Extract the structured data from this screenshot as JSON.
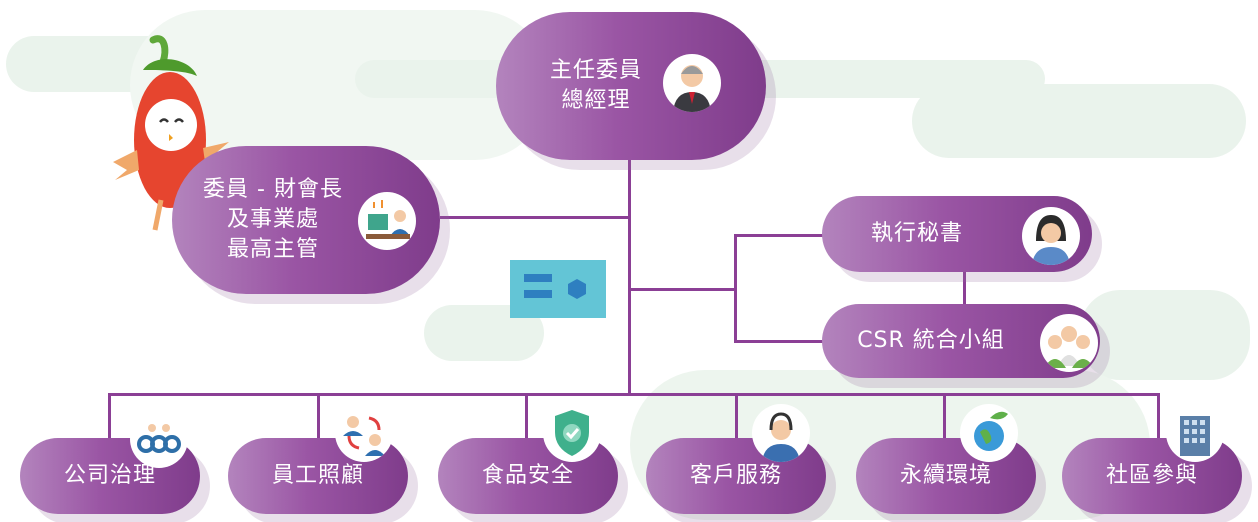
{
  "top": {
    "line1": "主任委員",
    "line2": "總經理"
  },
  "left": {
    "line1": "委員 - 財會長",
    "line2": "及事業處",
    "line3": "最高主管"
  },
  "right": {
    "secretary": "執行秘書",
    "csr": "CSR 統合小組"
  },
  "bottom": [
    {
      "label": "公司治理",
      "icon": "gears-people-icon"
    },
    {
      "label": "員工照顧",
      "icon": "employee-exchange-icon"
    },
    {
      "label": "食品安全",
      "icon": "shield-check-icon"
    },
    {
      "label": "客戶服務",
      "icon": "headset-agent-icon"
    },
    {
      "label": "永續環境",
      "icon": "earth-leaf-icon"
    },
    {
      "label": "社區參與",
      "icon": "building-icon"
    }
  ],
  "colors": {
    "node": "#9a55a4",
    "line": "#8b3f95",
    "card": "#63c5d6",
    "cloud": "#eaf3ec"
  }
}
